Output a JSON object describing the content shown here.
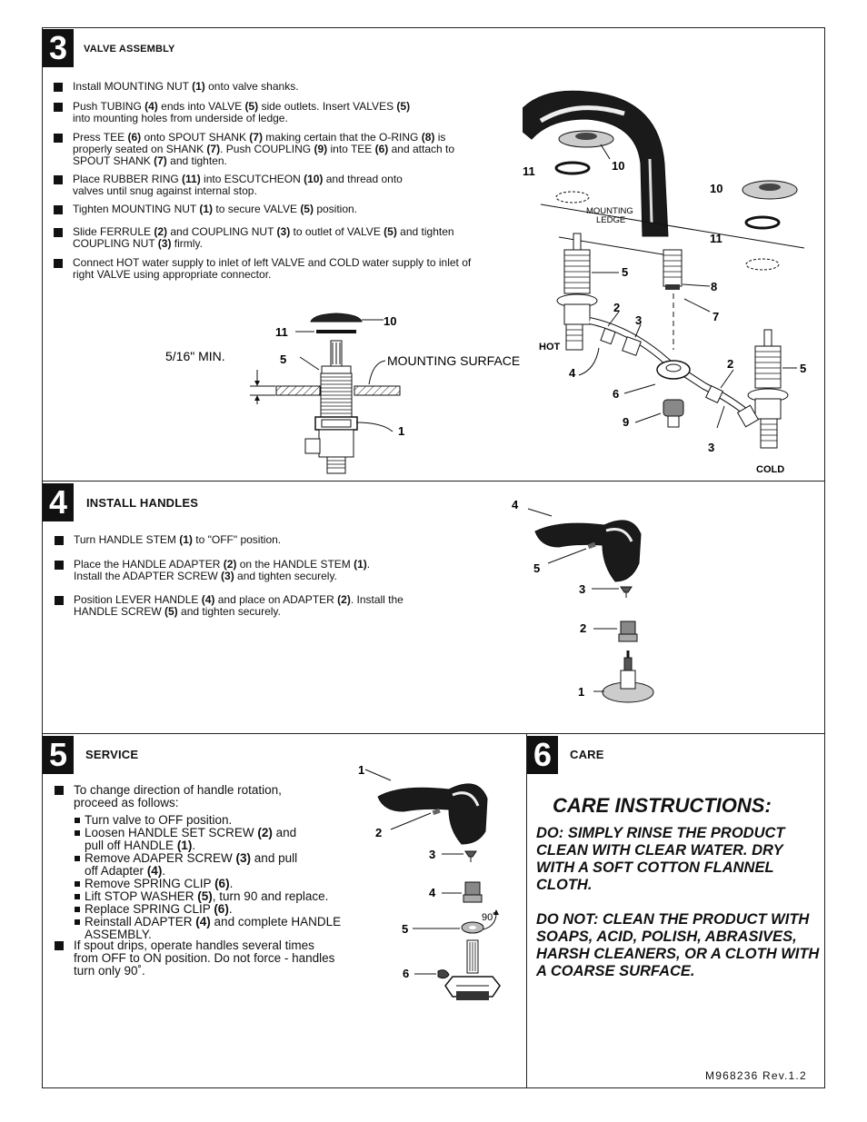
{
  "section3": {
    "number": "3",
    "title": "VALVE ASSEMBLY",
    "steps": [
      [
        "Install MOUNTING NUT ",
        "(1)",
        " onto valve shanks."
      ],
      [
        "Push TUBING ",
        "(4)",
        " ends into VALVE ",
        "(5)",
        " side outlets. Insert VALVES ",
        "(5)",
        "\ninto mounting holes from underside of ledge."
      ],
      [
        "Press TEE ",
        "(6)",
        " onto SPOUT SHANK ",
        "(7)",
        " making certain that the O-RING ",
        "(8)",
        " is\nproperly seated on SHANK ",
        "(7)",
        ". Push COUPLING ",
        "(9)",
        " into TEE ",
        "(6)",
        " and attach to\nSPOUT SHANK ",
        "(7)",
        " and tighten."
      ],
      [
        "Place RUBBER RING ",
        "(11)",
        " into ESCUTCHEON ",
        "(10)",
        " and thread onto\nvalves until snug against internal stop."
      ],
      [
        "Tighten MOUNTING NUT ",
        "(1)",
        " to secure VALVE ",
        "(5)",
        " position."
      ],
      [
        "Slide FERRULE ",
        "(2)",
        " and COUPLING NUT ",
        "(3)",
        " to outlet of VALVE ",
        "(5)",
        " and tighten\nCOUPLING NUT ",
        "(3)",
        " firmly."
      ],
      [
        "Connect HOT water supply to inlet of left VALVE and COLD water supply to inlet of\nright VALVE using appropriate connector."
      ]
    ],
    "detail_labels": {
      "min": "5/16\" MIN.",
      "mounting_surface": "MOUNTING SURFACE",
      "n11": "11",
      "n10": "10",
      "n5": "5",
      "n1": "1"
    },
    "exploded_labels": {
      "mounting_ledge_1": "MOUNTING",
      "mounting_ledge_2": "LEDGE",
      "hot": "HOT",
      "cold": "COLD",
      "n10a": "10",
      "n11a": "11",
      "n10b": "10",
      "n11b": "11",
      "n5a": "5",
      "n8": "8",
      "n7": "7",
      "n2a": "2",
      "n3a": "3",
      "n4": "4",
      "n6": "6",
      "n9": "9",
      "n2b": "2",
      "n5b": "5",
      "n3b": "3"
    }
  },
  "section4": {
    "number": "4",
    "title": "INSTALL HANDLES",
    "steps": [
      [
        "Turn HANDLE STEM ",
        "(1)",
        " to \"OFF\" position."
      ],
      [
        "Place the HANDLE ADAPTER ",
        "(2)",
        " on the HANDLE STEM ",
        "(1)",
        ".\nInstall the ADAPTER SCREW ",
        "(3)",
        " and tighten securely."
      ],
      [
        "Position LEVER HANDLE ",
        "(4)",
        " and place on ADAPTER ",
        "(2)",
        ". Install the\nHANDLE SCREW ",
        "(5)",
        " and tighten securely."
      ]
    ],
    "labels": {
      "n4": "4",
      "n5": "5",
      "n3": "3",
      "n2": "2",
      "n1": "1"
    }
  },
  "section5": {
    "number": "5",
    "title": "SERVICE",
    "intro": "To change direction of handle rotation,\nproceed as follows:",
    "substeps": [
      [
        "Turn valve to OFF position."
      ],
      [
        "Loosen HANDLE SET SCREW ",
        "(2)",
        " and\npull off HANDLE ",
        "(1)",
        "."
      ],
      [
        "Remove ADAPER SCREW ",
        "(3)",
        " and pull\noff Adapter ",
        "(4)",
        "."
      ],
      [
        "Remove SPRING CLIP ",
        "(6)",
        "."
      ],
      [
        "Lift STOP WASHER ",
        "(5)",
        ", turn 90  and replace."
      ],
      [
        "Replace SPRING CLIP ",
        "(6)",
        "."
      ],
      [
        "Reinstall ADAPTER ",
        "(4)",
        " and complete HANDLE\nASSEMBLY."
      ]
    ],
    "drips": "If spout drips, operate handles several times\nfrom OFF to ON position. Do not force - handles\nturn only 90˚.",
    "labels": {
      "n1": "1",
      "n2": "2",
      "n3": "3",
      "n4": "4",
      "n5": "5",
      "n6": "6",
      "deg": "90˚"
    }
  },
  "section6": {
    "number": "6",
    "title": "CARE",
    "heading": "CARE INSTRUCTIONS:",
    "do": "DO: SIMPLY RINSE THE PRODUCT CLEAN WITH CLEAR WATER. DRY WITH A SOFT COTTON FLANNEL CLOTH.",
    "dont": "DO NOT: CLEAN THE PRODUCT WITH SOAPS, ACID, POLISH, ABRASIVES, HARSH CLEANERS, OR A CLOTH WITH A COARSE SURFACE."
  },
  "doc_id": "M968236 Rev.1.2"
}
